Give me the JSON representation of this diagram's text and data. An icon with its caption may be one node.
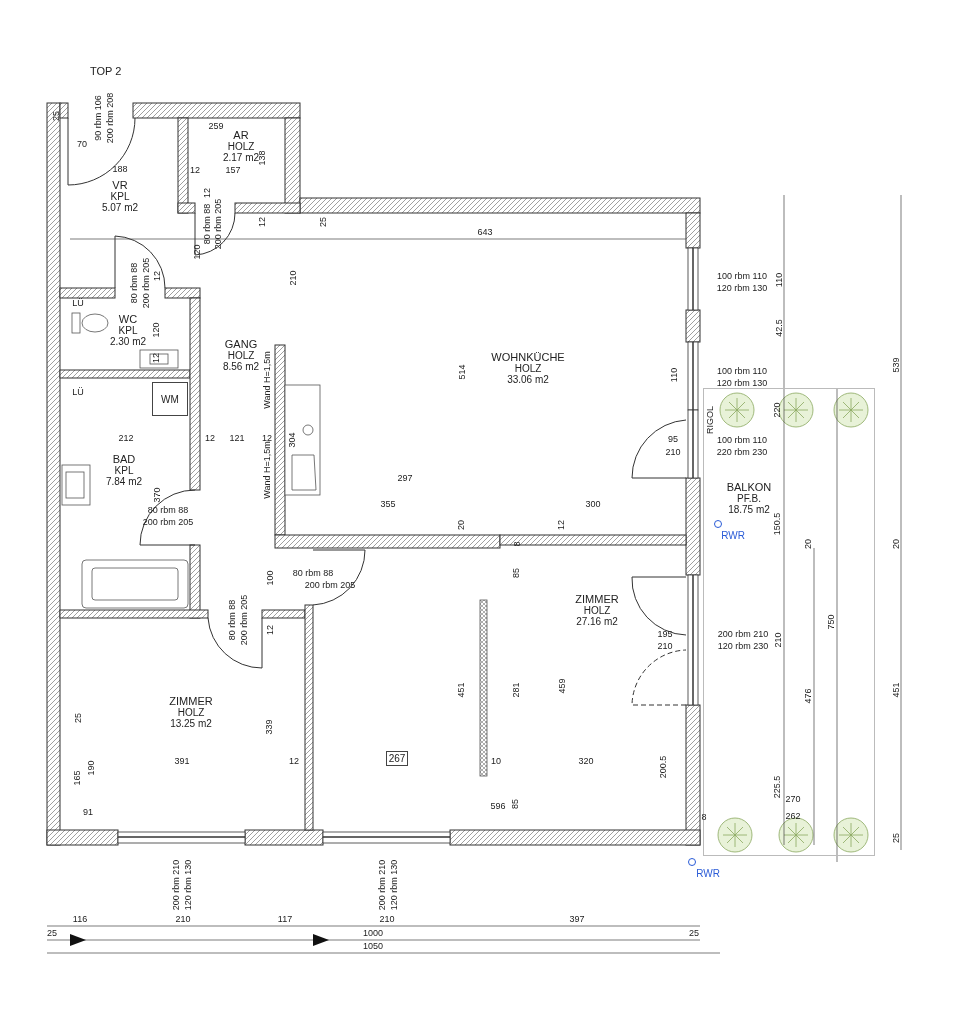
{
  "diagram": {
    "title": "TOP 2",
    "nodes": [
      {
        "text": [
          "AR",
          "HOLZ",
          "2.17 m2"
        ]
      },
      {
        "text": [
          "VR",
          "KPL",
          "5.07 m2"
        ]
      },
      {
        "text": [
          "WC",
          "KPL",
          "2.30 m2"
        ]
      },
      {
        "text": [
          "GANG",
          "HOLZ",
          "8.56 m2"
        ]
      },
      {
        "text": [
          "WOHNKÜCHE",
          "HOLZ",
          "33.06 m2"
        ]
      },
      {
        "text": [
          "BAD",
          "KPL",
          "7.84 m2"
        ]
      },
      {
        "text": [
          "WM"
        ],
        "in": 5
      },
      {
        "text": [
          "BALKON",
          "PF.B.",
          "18.75 m2"
        ]
      },
      {
        "text": [
          "ZIMMER",
          "HOLZ",
          "27.16 m2"
        ]
      },
      {
        "text": [
          "267"
        ],
        "in": 8
      },
      {
        "text": [
          "ZIMMER",
          "HOLZ",
          "13.25 m2"
        ]
      }
    ],
    "labels": [
      "25",
      "90 rbm 106",
      "200 rbm 208",
      "259",
      "70",
      "138",
      "188",
      "12",
      "157",
      "12",
      "80 rbm 88",
      "200 rbm 205",
      "12",
      "25",
      "643",
      "120",
      "210",
      "100 rbm 110",
      "120 rbm 130",
      "110",
      "539",
      "80 rbm 88",
      "200 rbm 205",
      "12",
      "LÜ",
      "120",
      "12",
      "42.5",
      "100 rbm 110",
      "120 rbm 130",
      "Wand H=1,5m",
      "514",
      "110",
      "LÜ",
      "220",
      "RIGOL",
      "304",
      "212",
      "12",
      "121",
      "12",
      "95",
      "210",
      "100 rbm 110",
      "220 rbm 230",
      "Wand H=1,5m",
      "297",
      "370",
      "80 rbm 88",
      "200 rbm 205",
      "355",
      "300",
      "20",
      "12",
      "150.5",
      "RWR",
      "20",
      "20",
      "8",
      "85",
      "100",
      "80 rbm 88",
      "200 rbm 205",
      "80 rbm 88",
      "200 rbm 205",
      "12",
      "195",
      "210",
      "200 rbm 210",
      "120 rbm 230",
      "210",
      "750",
      "451",
      "281",
      "459",
      "476",
      "451",
      "25",
      "339",
      "190",
      "165",
      "391",
      "12",
      "10",
      "320",
      "200.5",
      "225.5",
      "270",
      "91",
      "596",
      "85",
      "8",
      "262",
      "25",
      "RWR",
      "200 rbm 210",
      "120 rbm 130",
      "200 rbm 210",
      "120 rbm 130",
      "116",
      "210",
      "117",
      "210",
      "397",
      "25",
      "1000",
      "25",
      "1050"
    ]
  }
}
